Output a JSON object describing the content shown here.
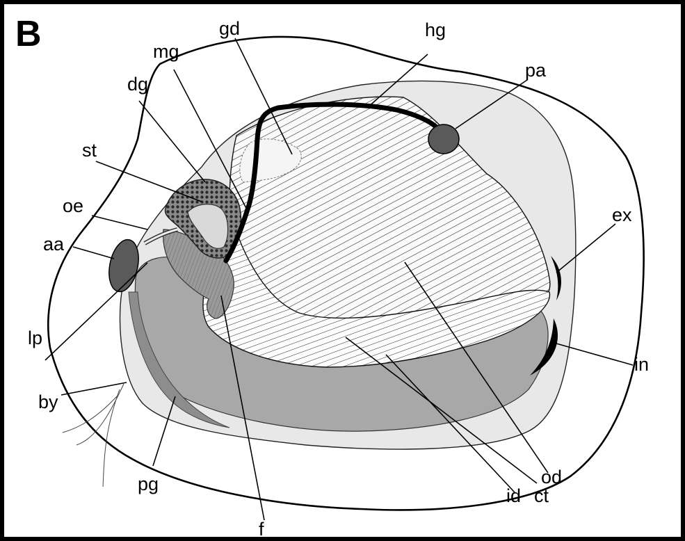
{
  "panel_letter": "B",
  "labels": {
    "gd": "gd",
    "hg": "hg",
    "mg": "mg",
    "pa": "pa",
    "dg": "dg",
    "st": "st",
    "oe": "oe",
    "aa": "aa",
    "ex": "ex",
    "lp": "lp",
    "in": "in",
    "by": "by",
    "pg": "pg",
    "id": "id",
    "ct": "ct",
    "od": "od",
    "f": "f"
  },
  "colors": {
    "background": "#000000",
    "panel": "#ffffff",
    "mantle": "#e6e6e6",
    "foot": "#a9a9a9",
    "muscle": "#5a5a5a",
    "gill": "#fafafa",
    "gut": "#000000"
  }
}
